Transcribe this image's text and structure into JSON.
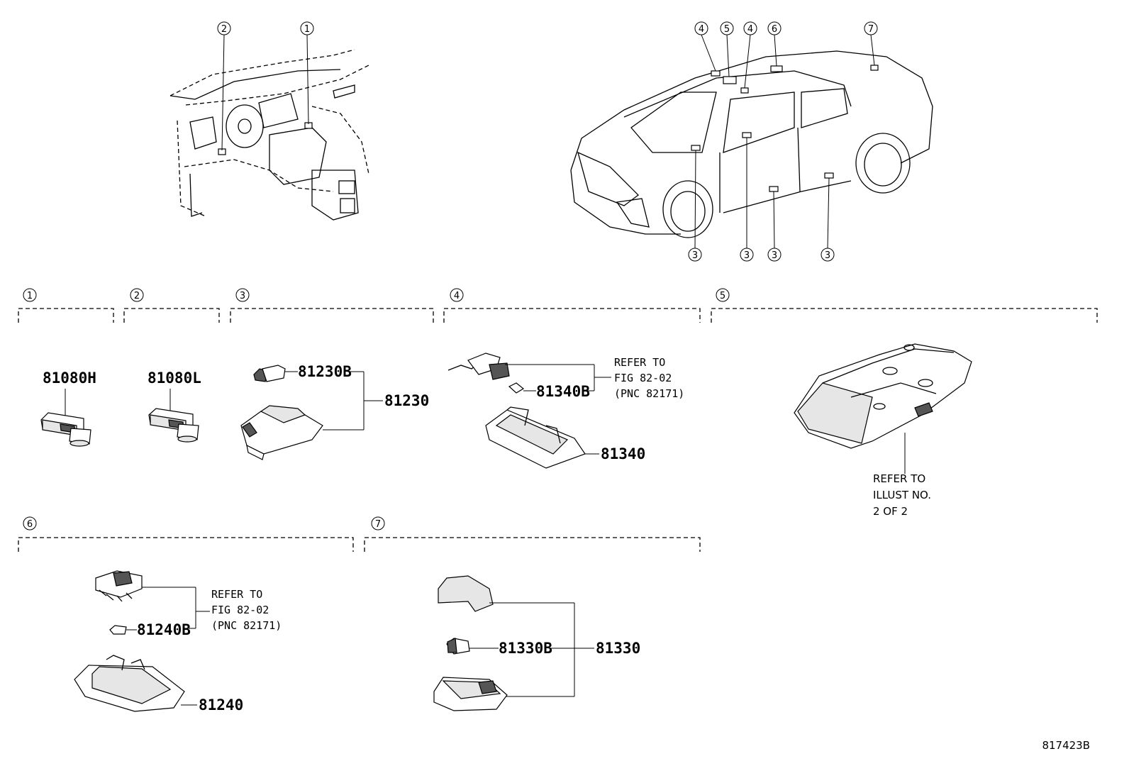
{
  "diagram": {
    "figure_id": "817423B",
    "overview_callouts": {
      "interior": [
        "2",
        "1"
      ],
      "vehicle_top": [
        "4",
        "5",
        "4",
        "6",
        "7"
      ],
      "vehicle_bottom": [
        "3",
        "3",
        "3",
        "3"
      ]
    },
    "sections": [
      {
        "num": "1",
        "parts": [
          "81080H"
        ]
      },
      {
        "num": "2",
        "parts": [
          "81080L"
        ]
      },
      {
        "num": "3",
        "parts": [
          "81230B",
          "81230"
        ]
      },
      {
        "num": "4",
        "parts": [
          "81340B",
          "81340"
        ],
        "note": [
          "REFER TO",
          "FIG 82-02",
          "(PNC 82171)"
        ]
      },
      {
        "num": "5",
        "parts": [],
        "note": [
          "REFER TO",
          "ILLUST NO.",
          "2 OF 2"
        ]
      },
      {
        "num": "6",
        "parts": [
          "81240B",
          "81240"
        ],
        "note": [
          "REFER TO",
          "FIG 82-02",
          "(PNC 82171)"
        ]
      },
      {
        "num": "7",
        "parts": [
          "81330B",
          "81330"
        ]
      }
    ]
  }
}
